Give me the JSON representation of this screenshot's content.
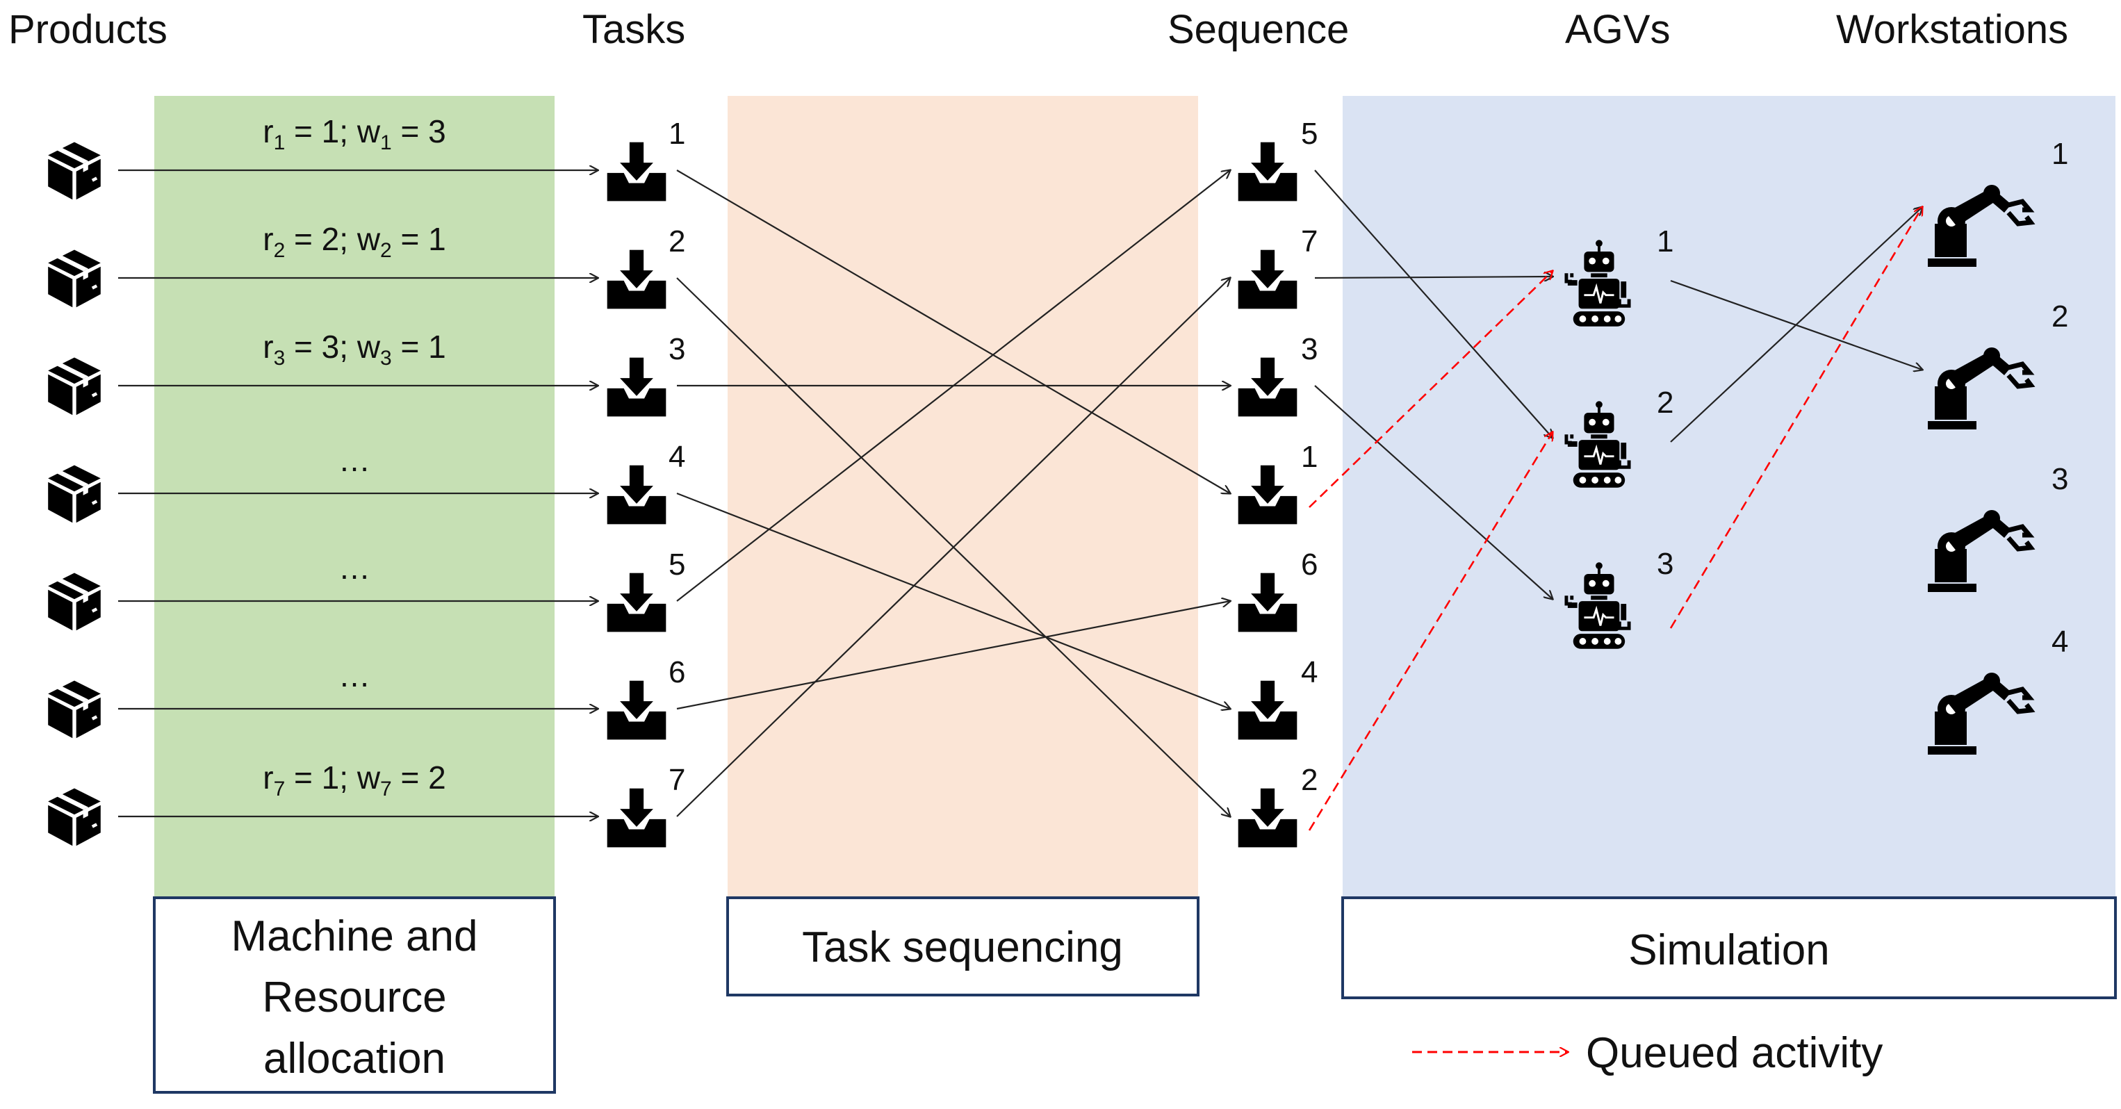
{
  "headers": {
    "products": "Products",
    "tasks": "Tasks",
    "sequence": "Sequence",
    "agvs": "AGVs",
    "workstations": "Workstations"
  },
  "allocations": [
    {
      "r_label": "r",
      "sub": "1",
      "r_val": " = 1; w",
      "w_sub": "1",
      "w_val": " = 3"
    },
    {
      "r_label": "r",
      "sub": "2",
      "r_val": " = 2; w",
      "w_sub": "2",
      "w_val": " = 1"
    },
    {
      "r_label": "r",
      "sub": "3",
      "r_val": " = 3; w",
      "w_sub": "3",
      "w_val": " = 1"
    },
    {
      "ellipsis": "…"
    },
    {
      "ellipsis": "…"
    },
    {
      "ellipsis": "…"
    },
    {
      "r_label": "r",
      "sub": "7",
      "r_val": " = 1; w",
      "w_sub": "7",
      "w_val": " = 2"
    }
  ],
  "tasks": [
    "1",
    "2",
    "3",
    "4",
    "5",
    "6",
    "7"
  ],
  "sequence": [
    "5",
    "7",
    "3",
    "1",
    "6",
    "4",
    "2"
  ],
  "agvs": [
    "1",
    "2",
    "3"
  ],
  "workstations": [
    "1",
    "2",
    "3",
    "4"
  ],
  "stages": {
    "allocation": [
      "Machine and",
      "Resource",
      "allocation"
    ],
    "sequencing": "Task sequencing",
    "simulation": "Simulation"
  },
  "legend": {
    "queued": "Queued activity"
  },
  "colors": {
    "allocation_panel": "#c6e0b4",
    "sequencing_panel": "#fbe5d6",
    "simulation_panel": "#dae3f3",
    "box_border": "#1f3864",
    "arrow": "#222222",
    "queued_arrow": "#ff0000"
  },
  "connections": {
    "product_to_task": [
      [
        1,
        1
      ],
      [
        2,
        2
      ],
      [
        3,
        3
      ],
      [
        4,
        4
      ],
      [
        5,
        5
      ],
      [
        6,
        6
      ],
      [
        7,
        7
      ]
    ],
    "task_to_sequence": [
      [
        1,
        1
      ],
      [
        2,
        2
      ],
      [
        3,
        3
      ],
      [
        4,
        4
      ],
      [
        5,
        5
      ],
      [
        6,
        6
      ],
      [
        7,
        7
      ]
    ],
    "sequence_to_agv": [
      {
        "seq": "7",
        "agv": "1",
        "queued": false
      },
      {
        "seq": "5",
        "agv": "2",
        "queued": false
      },
      {
        "seq": "3",
        "agv": "3",
        "queued": false
      },
      {
        "seq": "1",
        "agv": "1",
        "queued": true
      },
      {
        "seq": "2",
        "agv": "2",
        "queued": true
      }
    ],
    "agv_to_workstation": [
      {
        "agv": "1",
        "ws": "2",
        "queued": false
      },
      {
        "agv": "2",
        "ws": "1",
        "queued": false
      },
      {
        "agv": "3",
        "ws": "1",
        "queued": true
      }
    ]
  },
  "icons": {
    "product": "package-box-icon",
    "task": "inbox-download-icon",
    "agv": "robot-agv-icon",
    "workstation": "robotic-arm-icon"
  }
}
